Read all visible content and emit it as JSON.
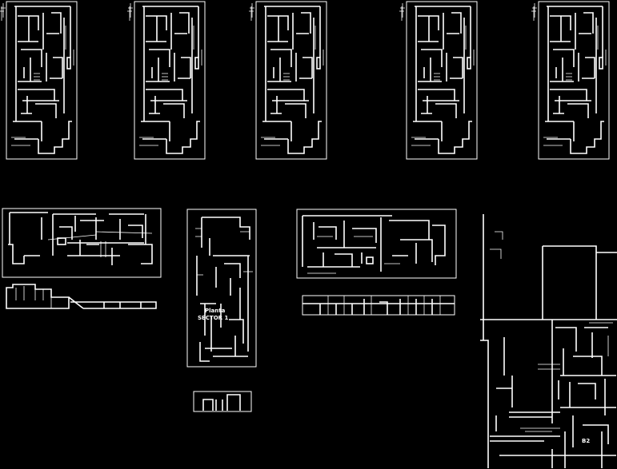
{
  "drawing": {
    "background": "#000000",
    "stroke": "#ffffff"
  },
  "labels": {
    "center_plan_line1": "Planta",
    "center_plan_line2": "SECTOR 1",
    "corner_tag": "B2"
  }
}
